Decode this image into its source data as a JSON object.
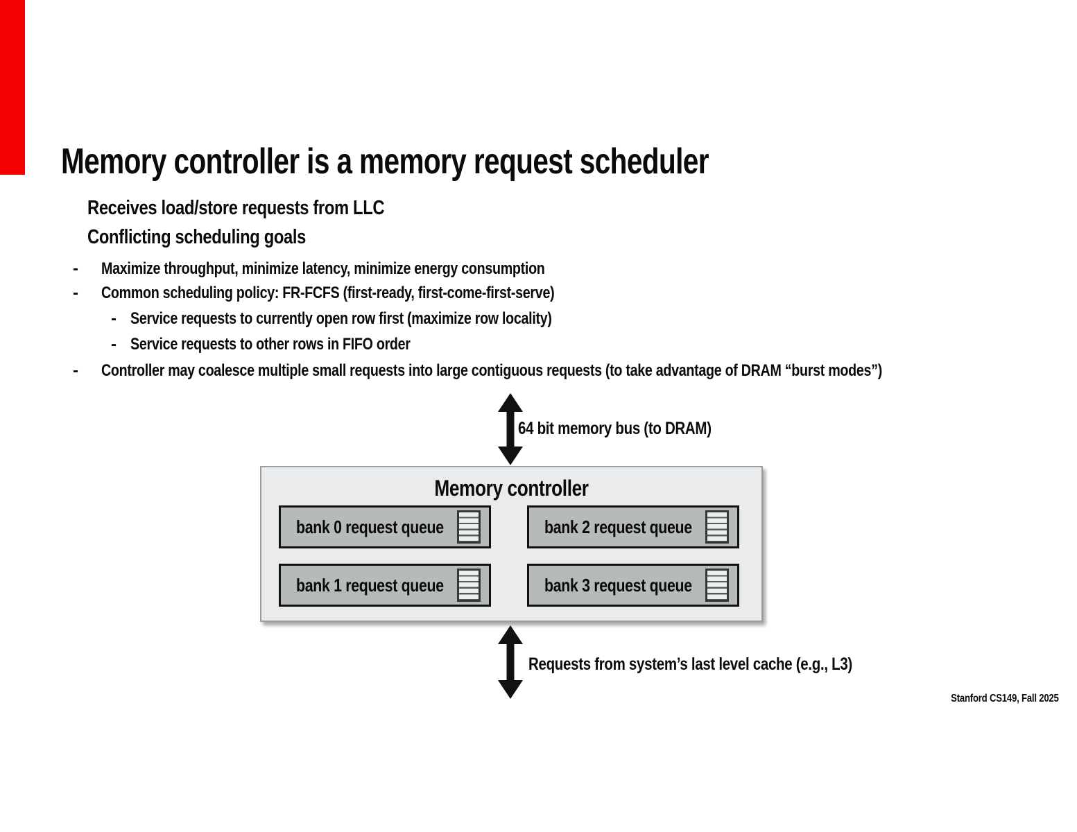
{
  "colors": {
    "red-bar": "#f50000",
    "slide-bg": "#ffffff",
    "text": "#0a0a0a",
    "outer-box-bg": "#e9ebec",
    "outer-box-border": "#989da1",
    "bank-box-bg": "#b6bab8",
    "bank-box-border": "#121212",
    "queue-icon-bg": "#edefee",
    "queue-icon-line": "#565b5e",
    "queue-icon-border": "#34383b",
    "arrow": "#111111"
  },
  "marks": {
    "dash": "-"
  },
  "title": "Memory controller is a memory request scheduler",
  "bullets": [
    {
      "level": 1,
      "text": "Receives load/store requests from LLC"
    },
    {
      "level": 1,
      "text": "Conflicting scheduling goals"
    },
    {
      "level": 2,
      "text": "Maximize throughput, minimize latency, minimize energy consumption"
    },
    {
      "level": 2,
      "text": "Common scheduling policy: FR-FCFS (first-ready, first-come-first-serve)"
    },
    {
      "level": 3,
      "text": "Service requests to currently open row first (maximize row locality)"
    },
    {
      "level": 3,
      "text": "Service requests to other rows in FIFO order"
    },
    {
      "level": 2,
      "text": "Controller may coalesce multiple small requests into large contiguous requests (to take advantage of DRAM “burst modes”)"
    }
  ],
  "diagram": {
    "top_arrow_label": "64 bit memory bus (to DRAM)",
    "controller_title": "Memory controller",
    "bank_queues": [
      "bank 0 request queue",
      "bank 2 request queue",
      "bank 1 request queue",
      "bank 3 request queue"
    ],
    "bottom_arrow_label": "Requests from system’s last level cache (e.g., L3)"
  },
  "footer": "Stanford CS149, Fall 2025"
}
